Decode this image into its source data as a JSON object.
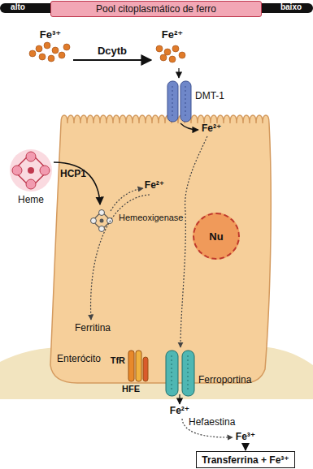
{
  "diagram": {
    "nodes": [
      {
        "text": [
          "Pool citoplasmático de ferro"
        ]
      },
      {
        "text": [
          "Nu"
        ]
      },
      {
        "text": [
          "Transferrina + Fe³⁺"
        ]
      }
    ],
    "labels": [
      "alto",
      "baixo",
      "Fe³⁺",
      "Dcytb",
      "Fe²⁺",
      "DMT-1",
      "Fe²⁺",
      "Heme",
      "HCP1",
      "Hemeoxigenase",
      "Fe²⁺",
      "Ferritina",
      "Enterócito",
      "TfR",
      "HFE",
      "Ferroportina",
      "Fe²⁺",
      "Hefaestina",
      "Fe³⁺"
    ]
  }
}
